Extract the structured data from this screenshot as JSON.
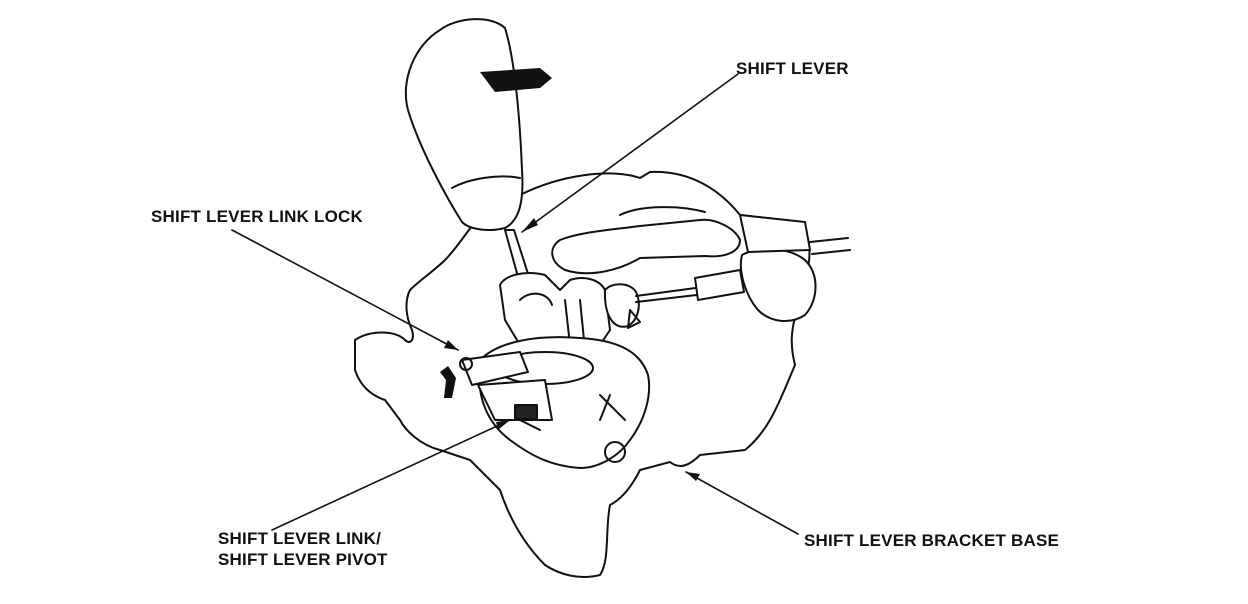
{
  "labels": {
    "shift_lever": "SHIFT LEVER",
    "link_lock": "SHIFT LEVER LINK LOCK",
    "link_pivot_line1": "SHIFT LEVER LINK/",
    "link_pivot_line2": "SHIFT LEVER PIVOT",
    "bracket_base": "SHIFT LEVER BRACKET BASE"
  }
}
